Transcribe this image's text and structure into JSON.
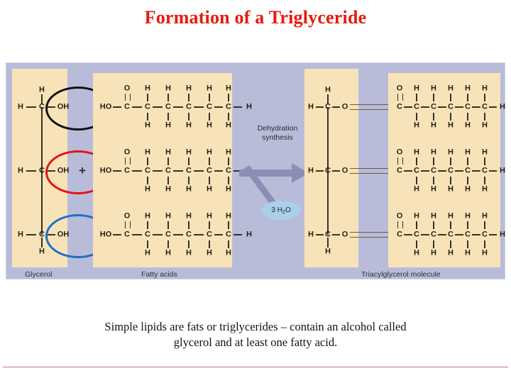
{
  "slide": {
    "title": "Formation of a Triglyceride",
    "caption_line1": "Simple lipids are fats or triglycerides – contain an alcohol called",
    "caption_line2": "glycerol and at least one fatty acid.",
    "title_color": "#e8190f",
    "rule_color": "#c8707a"
  },
  "figure": {
    "background_color": "#b9bcd9",
    "panel_color": "#f8e3b9",
    "labels": {
      "glycerol": "Glycerol",
      "fatty_acids": "Fatty acids",
      "product": "Triacylglycerol molecule"
    },
    "reaction": {
      "label_line1": "Dehydration",
      "label_line2": "synthesis",
      "arrow_color": "#8a8fb5",
      "byproduct": "3 H",
      "byproduct_sub": "2",
      "byproduct_tail": "O",
      "byproduct_color": "#a9cfe9"
    },
    "plus": "+",
    "highlight_rings": [
      {
        "name": "top",
        "color": "#111111"
      },
      {
        "name": "middle",
        "color": "#e31414"
      },
      {
        "name": "bottom",
        "color": "#1f6fc4"
      }
    ],
    "glycerol": {
      "top_cap_atom": "H",
      "bottom_cap_atom": "H",
      "rows": [
        {
          "left_atom": "H",
          "center_atom": "C",
          "right_group": "OH"
        },
        {
          "left_atom": "H",
          "center_atom": "C",
          "right_group": "OH"
        },
        {
          "left_atom": "H",
          "center_atom": "C",
          "right_group": "OH"
        }
      ]
    },
    "fatty_acids": [
      {
        "head_group": "HO",
        "carbonyl_oxygen": "O",
        "carbons": [
          "C",
          "C",
          "C",
          "C",
          "C",
          "C"
        ],
        "top_hydrogens": [
          "H",
          "H",
          "H",
          "H",
          "H"
        ],
        "bottom_hydrogens": [
          "H",
          "H",
          "H",
          "H",
          "H"
        ],
        "terminal_atom": "H"
      },
      {
        "head_group": "HO",
        "carbonyl_oxygen": "O",
        "carbons": [
          "C",
          "C",
          "C",
          "C",
          "C",
          "C"
        ],
        "top_hydrogens": [
          "H",
          "H",
          "H",
          "H",
          "H"
        ],
        "bottom_hydrogens": [
          "H",
          "H",
          "H",
          "H",
          "H"
        ],
        "terminal_atom": "H"
      },
      {
        "head_group": "HO",
        "carbonyl_oxygen": "O",
        "carbons": [
          "C",
          "C",
          "C",
          "C",
          "C",
          "C"
        ],
        "top_hydrogens": [
          "H",
          "H",
          "H",
          "H",
          "H"
        ],
        "bottom_hydrogens": [
          "H",
          "H",
          "H",
          "H",
          "H"
        ],
        "terminal_atom": "H"
      }
    ],
    "triacylglycerol": {
      "backbone_top_cap": "H",
      "backbone_bottom_cap": "H",
      "rows": [
        {
          "left_atom": "H",
          "center_atom": "C",
          "ester_oxygen": "O",
          "carbonyl_oxygen": "O",
          "carbons": [
            "C",
            "C",
            "C",
            "C",
            "C",
            "C"
          ],
          "top_hydrogens": [
            "H",
            "H",
            "H",
            "H",
            "H"
          ],
          "bottom_hydrogens": [
            "H",
            "H",
            "H",
            "H",
            "H"
          ],
          "terminal_atom": "H"
        },
        {
          "left_atom": "H",
          "center_atom": "C",
          "ester_oxygen": "O",
          "carbonyl_oxygen": "O",
          "carbons": [
            "C",
            "C",
            "C",
            "C",
            "C",
            "C"
          ],
          "top_hydrogens": [
            "H",
            "H",
            "H",
            "H",
            "H"
          ],
          "bottom_hydrogens": [
            "H",
            "H",
            "H",
            "H",
            "H"
          ],
          "terminal_atom": "H"
        },
        {
          "left_atom": "H",
          "center_atom": "C",
          "ester_oxygen": "O",
          "carbonyl_oxygen": "O",
          "carbons": [
            "C",
            "C",
            "C",
            "C",
            "C",
            "C"
          ],
          "top_hydrogens": [
            "H",
            "H",
            "H",
            "H",
            "H"
          ],
          "bottom_hydrogens": [
            "H",
            "H",
            "H",
            "H",
            "H"
          ],
          "terminal_atom": "H"
        }
      ]
    }
  }
}
